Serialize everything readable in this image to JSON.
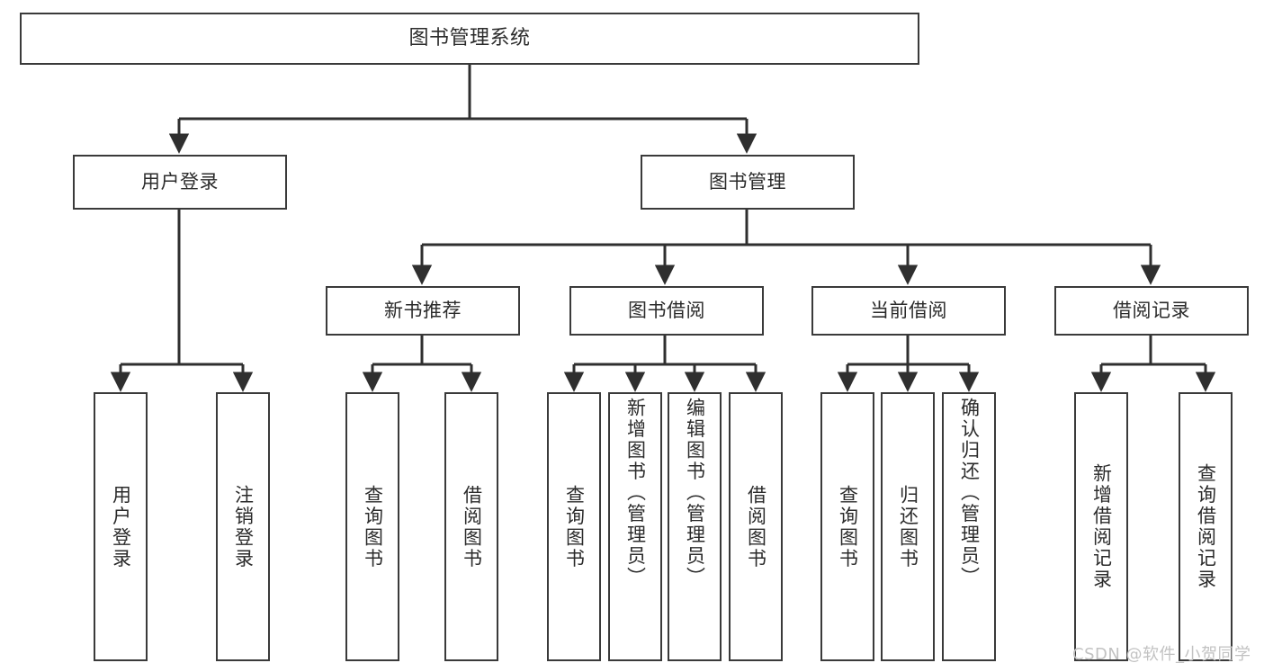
{
  "diagram": {
    "title": "图书管理系统",
    "type": "tree",
    "colors": {
      "box_border": "#3a3a3a",
      "box_fill": "#ffffff",
      "text": "#2b2b2b",
      "connector": "#2f2f2f",
      "watermark": "#c2c2c2",
      "background": "#ffffff"
    },
    "nodes": {
      "root": {
        "label": "图书管理系统"
      },
      "level1": [
        {
          "label": "用户登录"
        },
        {
          "label": "图书管理"
        }
      ],
      "level2": [
        {
          "label": "新书推荐"
        },
        {
          "label": "图书借阅"
        },
        {
          "label": "当前借阅"
        },
        {
          "label": "借阅记录"
        }
      ],
      "leaves": {
        "user_login": [
          {
            "label": "用户登录"
          },
          {
            "label": "注销登录"
          }
        ],
        "new_book": [
          {
            "label": "查询图书"
          },
          {
            "label": "借阅图书"
          }
        ],
        "borrow": [
          {
            "label": "查询图书"
          },
          {
            "label": "新增图书（管理员）"
          },
          {
            "label": "编辑图书（管理员）"
          },
          {
            "label": "借阅图书"
          }
        ],
        "current": [
          {
            "label": "查询图书"
          },
          {
            "label": "归还图书"
          },
          {
            "label": "确认归还（管理员）"
          }
        ],
        "records": [
          {
            "label": "新增借阅记录"
          },
          {
            "label": "查询借阅记录"
          }
        ]
      }
    },
    "watermark": "CSDN @软件_小贺同学"
  }
}
